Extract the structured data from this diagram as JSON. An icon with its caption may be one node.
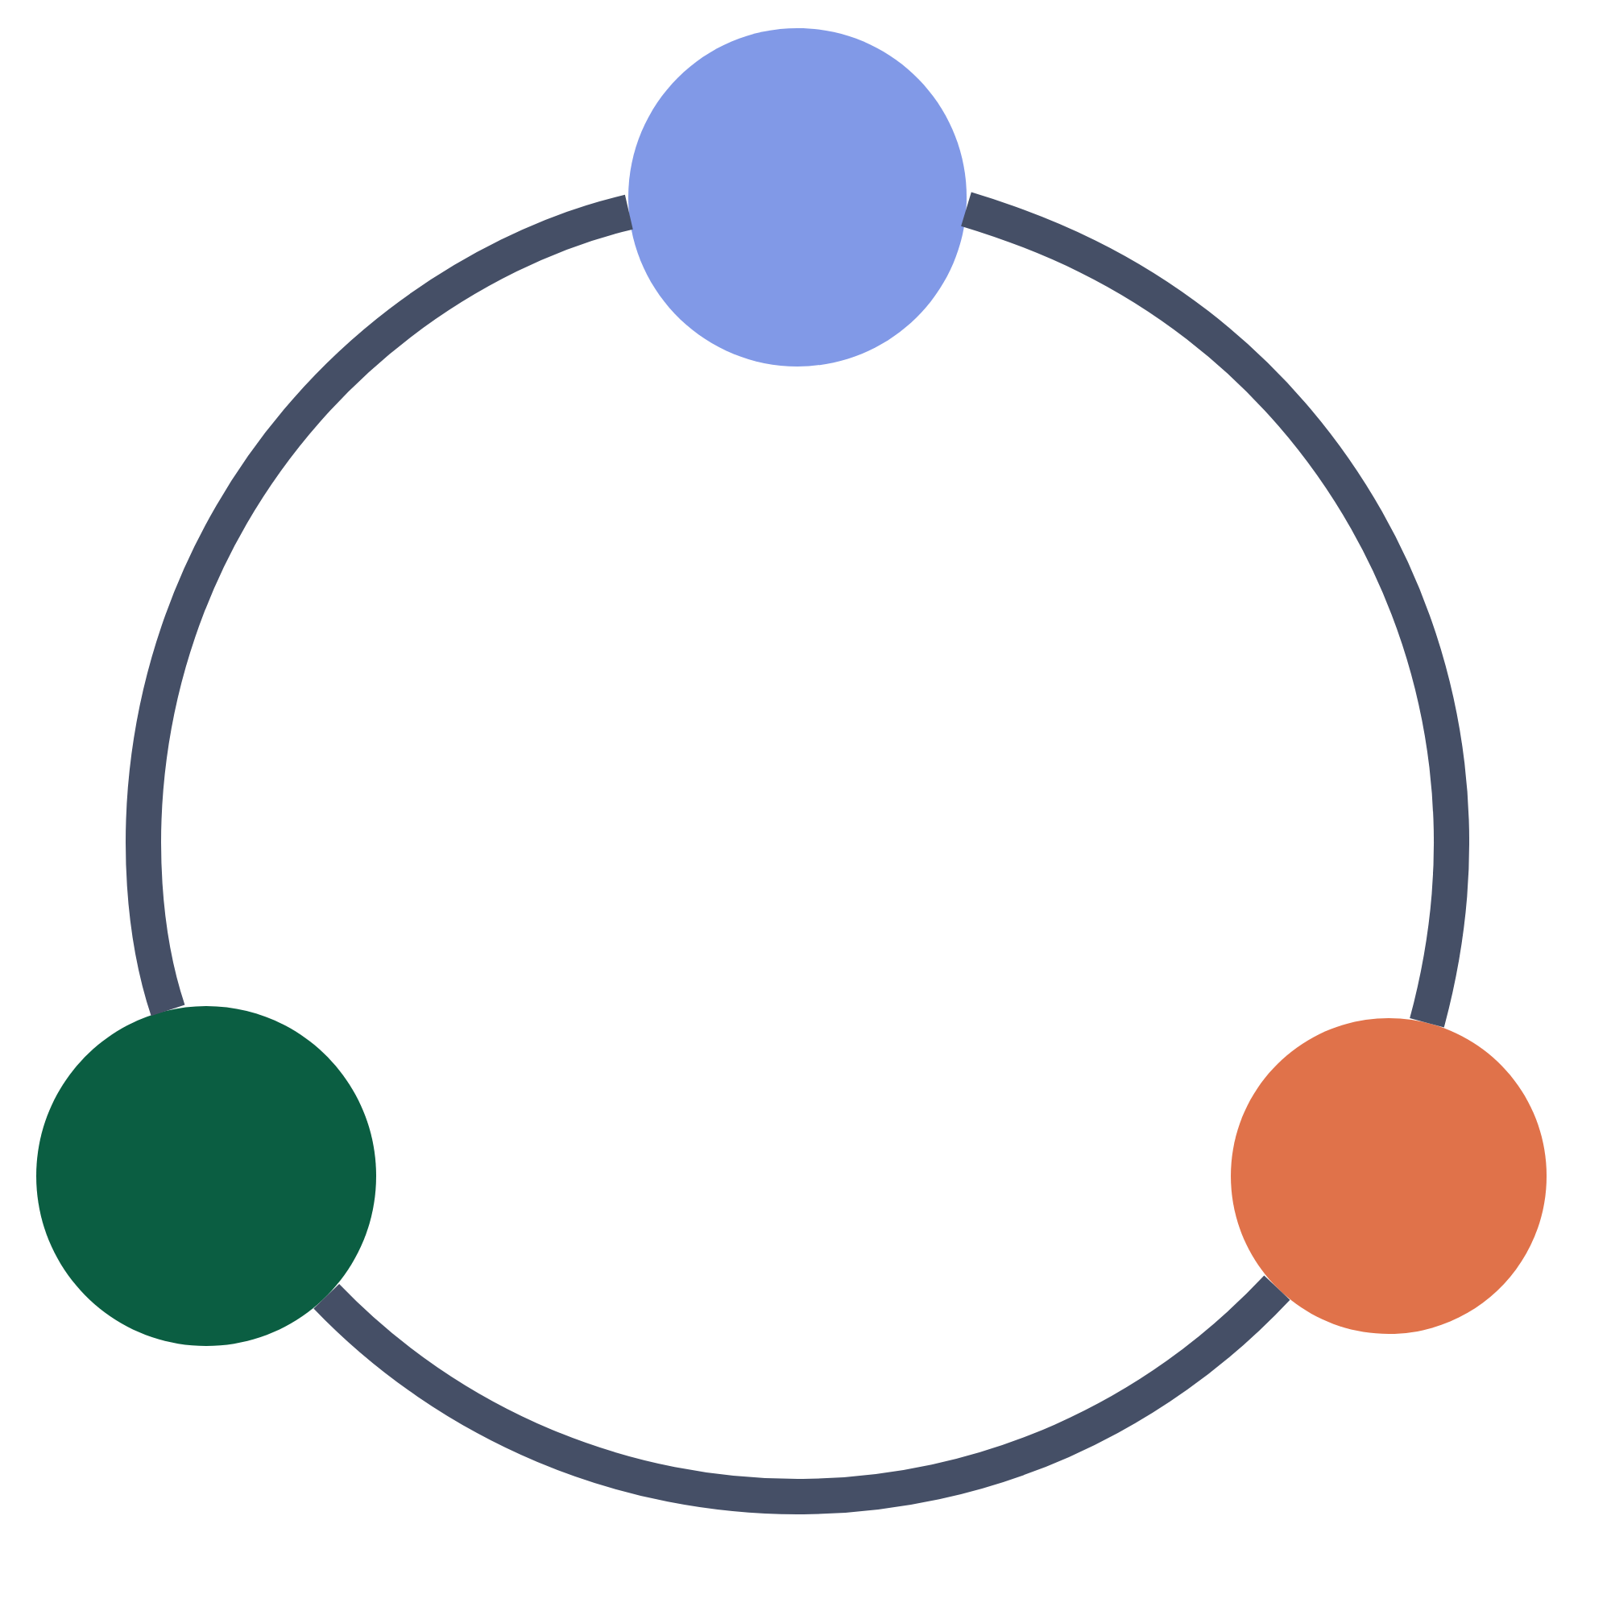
{
  "diagram": {
    "nodes": [
      {
        "text": [],
        "shape": "circle"
      },
      {
        "text": [],
        "shape": "circle"
      },
      {
        "text": [],
        "shape": "circle"
      }
    ],
    "edges": [
      {
        "from": 0,
        "to": 2,
        "arrow": "none"
      },
      {
        "from": 2,
        "to": 1,
        "arrow": "none"
      },
      {
        "from": 1,
        "to": 0,
        "arrow": "none"
      }
    ]
  }
}
